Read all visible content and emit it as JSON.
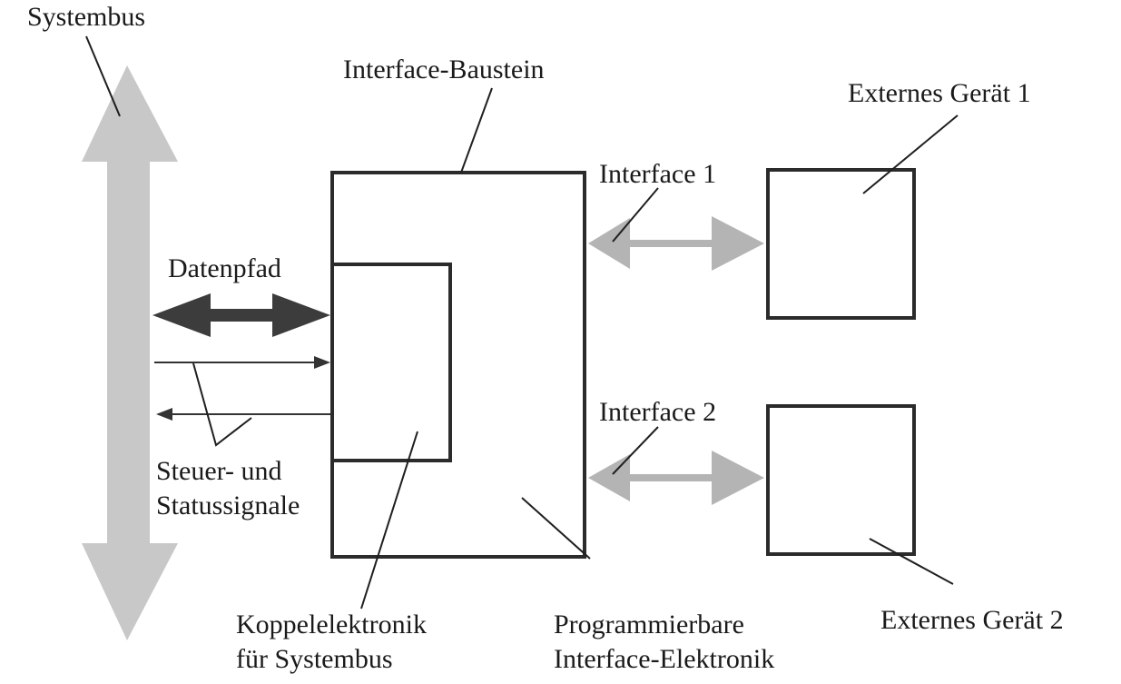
{
  "labels": {
    "systembus": "Systembus",
    "interface_baustein": "Interface-Baustein",
    "externes_geraet_1": "Externes Gerät 1",
    "interface_1": "Interface 1",
    "datenpfad": "Datenpfad",
    "interface_2": "Interface 2",
    "steuer_line1": "Steuer- und",
    "steuer_line2": "Statussignale",
    "koppel_line1": "Koppelelektronik",
    "koppel_line2": "für Systembus",
    "prog_line1": "Programmierbare",
    "prog_line2": "Interface-Elektronik",
    "externes_geraet_2": "Externes Gerät 2"
  },
  "colors": {
    "bus_arrow": "#c8c8c8",
    "interface_arrow": "#b4b4b4",
    "datenpfad_arrow": "#3c3c3c",
    "line": "#2b2b2b"
  }
}
